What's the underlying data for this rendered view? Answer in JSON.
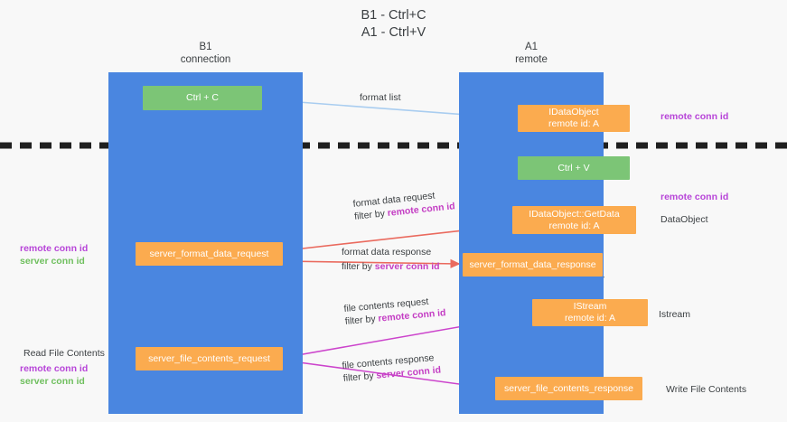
{
  "title": {
    "line1": "B1 - Ctrl+C",
    "line2": "A1 - Ctrl+V"
  },
  "lanes": [
    {
      "id": "b1",
      "name": "B1",
      "role": "connection"
    },
    {
      "id": "a1",
      "name": "A1",
      "role": "remote"
    }
  ],
  "nodes": {
    "ctrl_c": {
      "label": "Ctrl + C",
      "color": "#7cc576"
    },
    "idataobject": {
      "line1": "IDataObject",
      "line2": "remote id: A",
      "color": "#fbab4f"
    },
    "ctrl_v": {
      "label": "Ctrl + V",
      "color": "#7cc576"
    },
    "getdata": {
      "line1": "IDataObject::GetData",
      "line2": "remote id: A",
      "color": "#fbab4f"
    },
    "server_format_data_request": {
      "label": "server_format_data_request",
      "color": "#fbab4f"
    },
    "server_format_data_response": {
      "label": "server_format_data_response",
      "color": "#fbab4f"
    },
    "istream": {
      "line1": "IStream",
      "line2": "remote id: A",
      "color": "#fbab4f"
    },
    "server_file_contents_request": {
      "label": "server_file_contents_request",
      "color": "#fbab4f"
    },
    "server_file_contents_response": {
      "label": "server_file_contents_response",
      "color": "#fbab4f"
    }
  },
  "edge_labels": {
    "format_list": "format list",
    "format_data_request": "format data request",
    "format_data_request_filter_prefix": "filter by ",
    "format_data_request_filter_value": "remote conn id",
    "format_data_response": "format data response",
    "format_data_response_filter_prefix": "filter by ",
    "format_data_response_filter_value": "server conn id",
    "file_contents_request": "file contents request",
    "file_contents_request_filter_prefix": "filter by ",
    "file_contents_request_filter_value": "remote conn id",
    "file_contents_response": "file contents response",
    "file_contents_response_filter_prefix": "filter by ",
    "file_contents_response_filter_value": "server conn id"
  },
  "annotations": {
    "right_remote_conn_id_top": "remote conn id",
    "right_remote_conn_id_mid": "remote conn id",
    "dataobject": "DataObject",
    "istream": "Istream",
    "write_file_contents": "Write File Contents",
    "left_remote_conn_id_mid": "remote conn id",
    "left_server_conn_id_mid": "server conn id",
    "read_file_contents": "Read File Contents",
    "left_remote_conn_id_low": "remote conn id",
    "left_server_conn_id_low": "server conn id"
  },
  "colors": {
    "lane": "#4a86e0",
    "green_node": "#7cc576",
    "orange_node": "#fbab4f",
    "remote_conn_id": "#b744d8",
    "server_conn_id": "#6fbf5e",
    "red_arrow": "#ea6a5e",
    "magenta_arrow": "#cc44cc",
    "light_blue_arrow": "#a9cdf0",
    "divider": "#222222"
  }
}
